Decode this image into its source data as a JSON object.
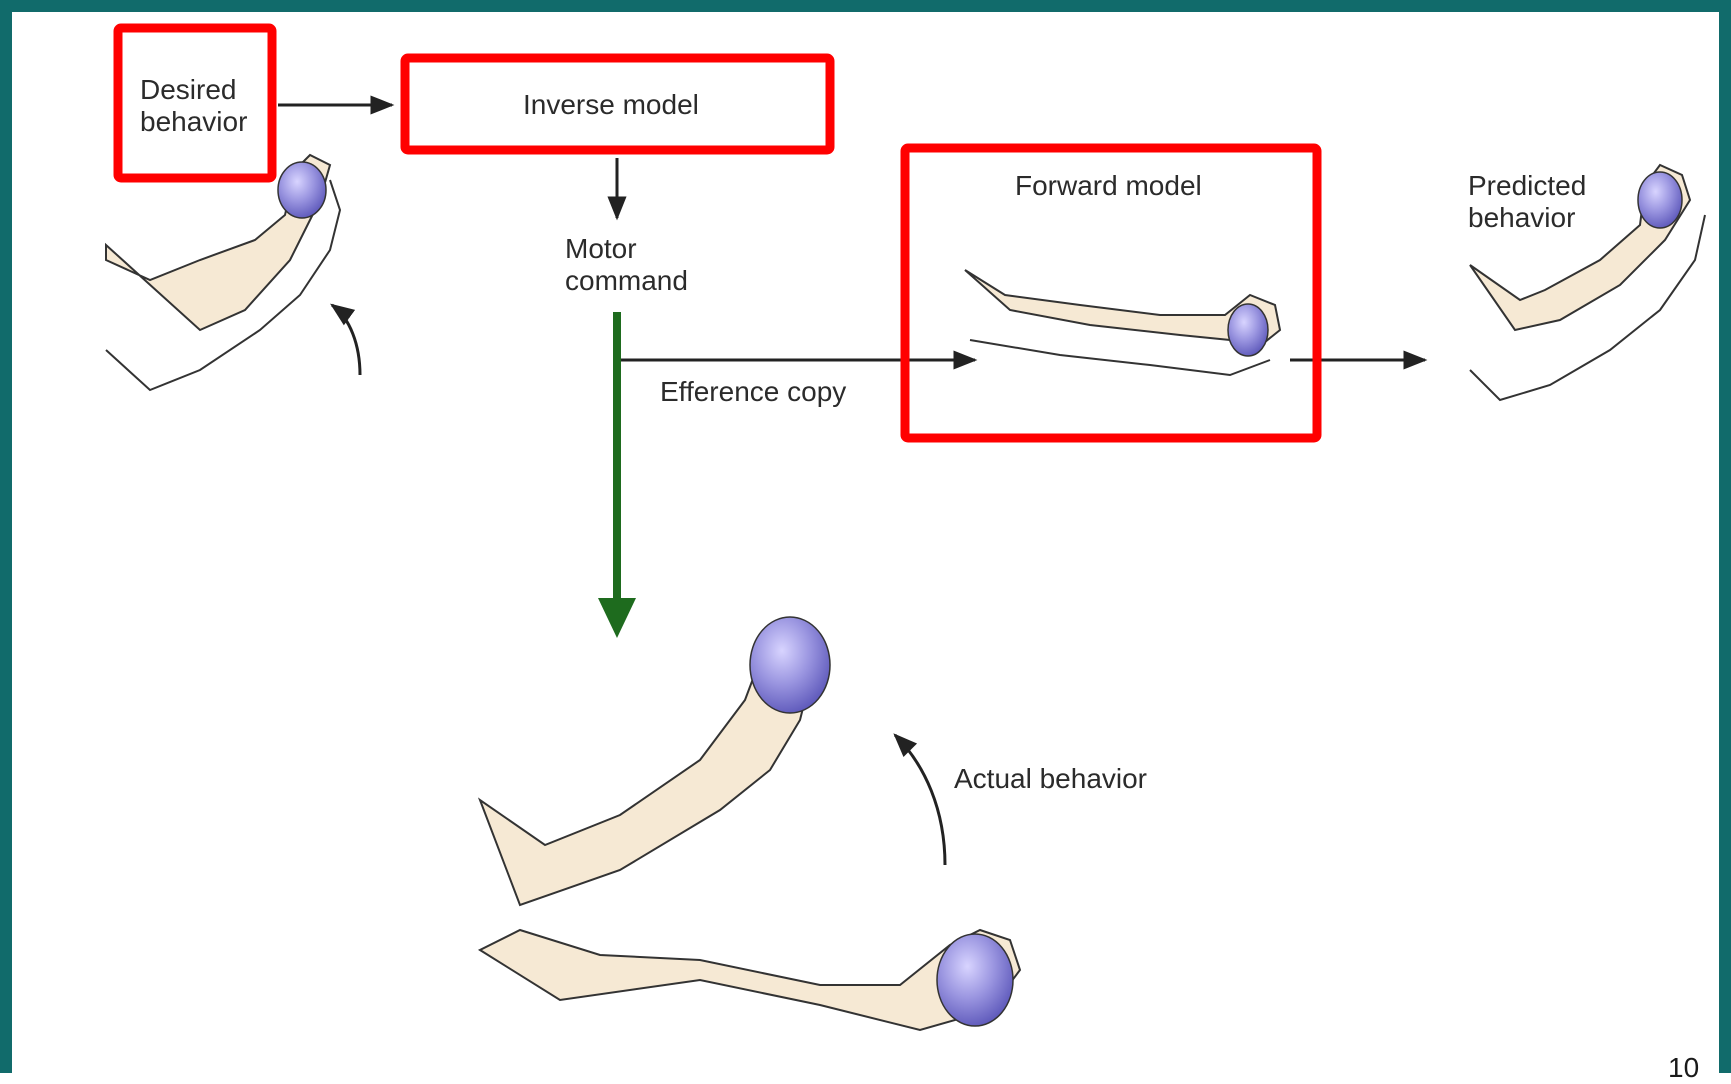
{
  "labels": {
    "desired_behavior": "Desired\nbehavior",
    "inverse_model": "Inverse model",
    "motor_command": "Motor\ncommand",
    "efference_copy": "Efference copy",
    "forward_model": "Forward model",
    "predicted_behavior": "Predicted\nbehavior",
    "actual_behavior": "Actual behavior"
  },
  "slide_number": "10",
  "colors": {
    "frame": "#116b6b",
    "highlight_box": "#ff0000",
    "motor_arrow": "#1e6b1e",
    "arrow": "#222222",
    "skin": "#f6e9d4",
    "ball": "#9a95e0"
  },
  "highlighted": [
    "desired_behavior",
    "inverse_model",
    "forward_model"
  ]
}
